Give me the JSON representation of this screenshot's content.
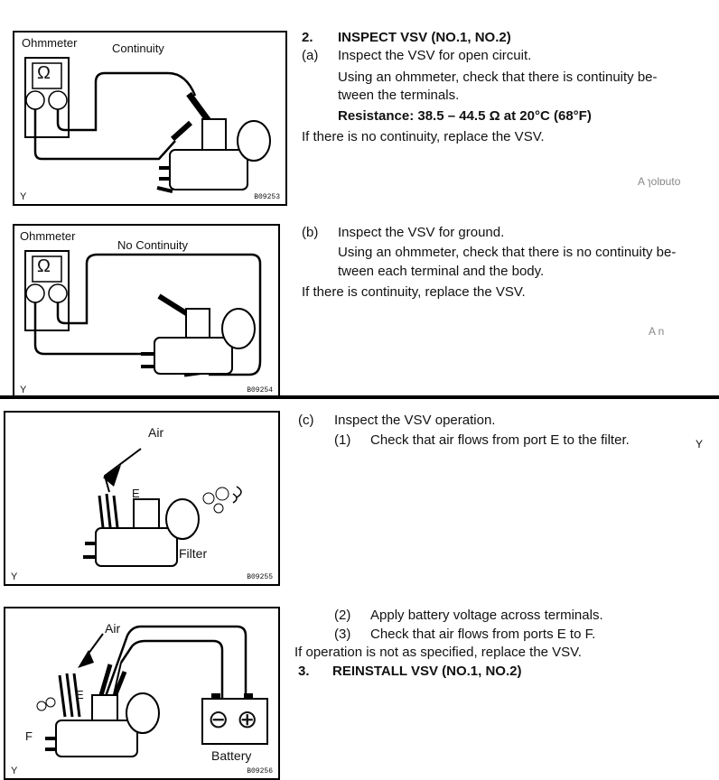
{
  "figures": {
    "fig1": {
      "meter": "Ohmmeter",
      "state": "Continuity",
      "y": "Y",
      "code": "B09253",
      "symbol": "Ω"
    },
    "fig2": {
      "meter": "Ohmmeter",
      "state": "No Continuity",
      "y": "Y",
      "code": "B09254",
      "symbol": "Ω"
    },
    "fig3": {
      "air": "Air",
      "port_e": "E",
      "filter": "Filter",
      "y": "Y",
      "code": "B09255"
    },
    "fig4": {
      "air": "Air",
      "port_e": "E",
      "port_f": "F",
      "battery": "Battery",
      "minus": "⊖",
      "plus": "⊕",
      "y": "Y",
      "code": "B09256"
    }
  },
  "section2": {
    "num": "2.",
    "title": "INSPECT VSV (NO.1, NO.2)",
    "a_label": "(a)",
    "a_title": "Inspect the VSV for open circuit.",
    "a_line1": "Using an ohmmeter, check that there is continuity be-",
    "a_line2": "tween the terminals.",
    "a_resistance": "Resistance: 38.5 – 44.5 Ω at 20°C (68°F)",
    "a_note": "If there is no continuity, replace the VSV.",
    "b_label": "(b)",
    "b_title": "Inspect the VSV for ground.",
    "b_line1": "Using an ohmmeter, check that there is no continuity be-",
    "b_line2": "tween each terminal and the body.",
    "b_note": "If there is continuity, replace the VSV.",
    "c_label": "(c)",
    "c_title": "Inspect the VSV operation.",
    "c1_num": "(1)",
    "c1_text": "Check that air flows from port E to the filter.",
    "c2_num": "(2)",
    "c2_text": "Apply battery voltage across terminals.",
    "c3_num": "(3)",
    "c3_text": "Check that air flows from ports E to F.",
    "c_note": "If operation is not as specified, replace the VSV."
  },
  "section3": {
    "num": "3.",
    "title": "REINSTALL VSV (NO.1, NO.2)"
  },
  "bleed": {
    "mirror1": "A ɿolɒuto",
    "mirror2": "A n",
    "stray_y": "Y"
  }
}
